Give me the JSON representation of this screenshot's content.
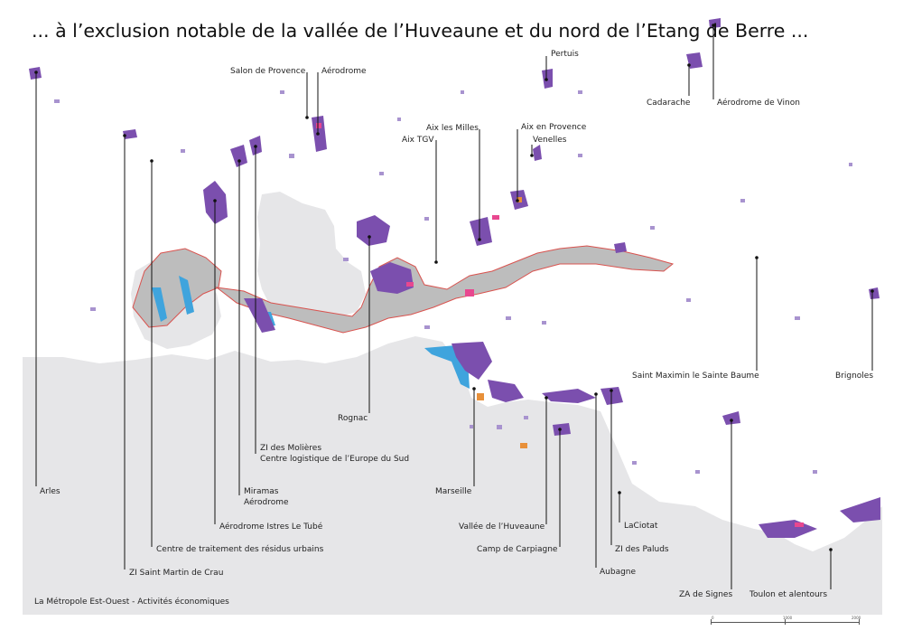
{
  "title": "... à l’exclusion notable de la vallée de l’Huveaune et du nord de l’Etang de Berre ...",
  "caption": "La Métropole Est-Ouest  - Activités économiques",
  "scale": {
    "labels": [
      "0",
      "1000",
      "2000"
    ]
  },
  "colors": {
    "land": "#ffffff",
    "sea": "#e6e6e8",
    "urban": "#bdbdbd",
    "activity": "#7b4fae",
    "activity_light": "#a893cf",
    "water": "#3fa4dd",
    "pink": "#e8478f",
    "orange": "#e8903a",
    "axis_outline": "#d9534f"
  },
  "labels": [
    {
      "id": "arles",
      "text": "Arles"
    },
    {
      "id": "zi-saint-martin",
      "text": "ZI Saint Martin de Crau"
    },
    {
      "id": "centre-traitement",
      "text": "Centre de traitement des résidus urbains"
    },
    {
      "id": "aerodrome-istres",
      "text": "Aérodrome Istres Le Tubé"
    },
    {
      "id": "miramas",
      "text": "Miramas"
    },
    {
      "id": "aerodrome-miramas",
      "text": "Aérodrome"
    },
    {
      "id": "zi-molieres",
      "text": "ZI des Molières"
    },
    {
      "id": "centre-logistique",
      "text": "Centre logistique de l’Europe du Sud"
    },
    {
      "id": "rognac",
      "text": "Rognac"
    },
    {
      "id": "salon",
      "text": "Salon de Provence"
    },
    {
      "id": "aerodrome-salon",
      "text": "Aérodrome"
    },
    {
      "id": "aix-tgv",
      "text": "Aix TGV"
    },
    {
      "id": "aix-milles",
      "text": "Aix les Milles"
    },
    {
      "id": "aix-provence",
      "text": "Aix en Provence"
    },
    {
      "id": "venelles",
      "text": "Venelles"
    },
    {
      "id": "pertuis",
      "text": "Pertuis"
    },
    {
      "id": "cadarache",
      "text": "Cadarache"
    },
    {
      "id": "aerodrome-vinon",
      "text": "Aérodrome de Vinon"
    },
    {
      "id": "marseille",
      "text": "Marseille"
    },
    {
      "id": "vallee-huveaune",
      "text": "Vallée de l’Huveaune"
    },
    {
      "id": "camp-carpiagne",
      "text": "Camp de Carpiagne"
    },
    {
      "id": "aubagne",
      "text": "Aubagne"
    },
    {
      "id": "zi-paluds",
      "text": "ZI des Paluds"
    },
    {
      "id": "laciotat",
      "text": "LaCiotat"
    },
    {
      "id": "saint-maximin",
      "text": "Saint Maximin le Sainte Baume"
    },
    {
      "id": "brignoles",
      "text": "Brignoles"
    },
    {
      "id": "za-signes",
      "text": "ZA de Signes"
    },
    {
      "id": "toulon",
      "text": "Toulon et alentours"
    }
  ]
}
